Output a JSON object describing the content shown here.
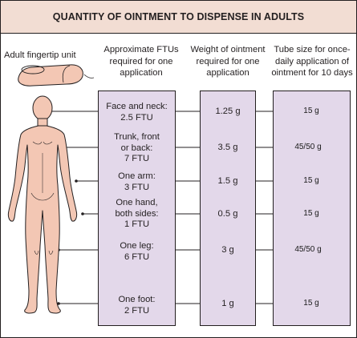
{
  "title": "QUANTITY OF OINTMENT TO DISPENSE IN ADULTS",
  "headers": {
    "fingertip": "Adult fingertip unit",
    "ftu": [
      "Approximate FTUs",
      "required for one",
      "application"
    ],
    "weight": [
      "Weight of ointment",
      "required for one",
      "application"
    ],
    "tube": [
      "Tube size for once-",
      "daily application of",
      "ointment for 10 days"
    ]
  },
  "rows": [
    {
      "area": [
        "Face and neck:",
        "2.5 FTU"
      ],
      "weight": "1.25 g",
      "tube": "15 g"
    },
    {
      "area": [
        "Trunk, front",
        "or back:",
        "7 FTU"
      ],
      "weight": "3.5 g",
      "tube": "45/50 g"
    },
    {
      "area": [
        "One arm:",
        "3 FTU"
      ],
      "weight": "1.5 g",
      "tube": "15 g"
    },
    {
      "area": [
        "One hand,",
        "both sides:",
        "1 FTU"
      ],
      "weight": "0.5 g",
      "tube": "15 g"
    },
    {
      "area": [
        "One leg:",
        "6 FTU"
      ],
      "weight": "3 g",
      "tube": "45/50 g"
    },
    {
      "area": [
        "One foot:",
        "2 FTU"
      ],
      "weight": "1 g",
      "tube": "15 g"
    }
  ],
  "colors": {
    "header_bg": "#f2ddd3",
    "column_bg": "#e3d8ea",
    "skin": "#f3c7b4",
    "tube_blue": "#9ec6df",
    "line": "#231f20"
  },
  "icons": {
    "finger": "fingertip-icon",
    "body": "human-body-icon",
    "tube": "ointment-tube-icon"
  }
}
